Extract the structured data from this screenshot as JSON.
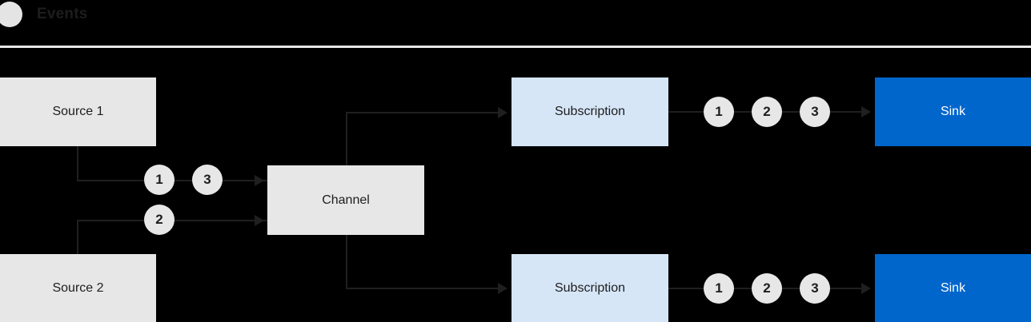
{
  "header": {
    "dot_icon": "circle-icon",
    "title": "Events",
    "title_color": "#1d1d1d",
    "dot_color": "#e4e4e4",
    "divider_color": "#e8e8e8"
  },
  "colors": {
    "background": "#000000",
    "node_gray": "#e7e7e7",
    "node_light_blue": "#d6e6f7",
    "node_blue": "#0066cc",
    "line": "#1f1f1f",
    "text_dark": "#1d1d1d",
    "text_light": "#ffffff"
  },
  "diagram": {
    "nodes": {
      "source1": "Source 1",
      "source2": "Source 2",
      "channel": "Channel",
      "subscription_top": "Subscription",
      "subscription_bottom": "Subscription",
      "sink_top": "Sink",
      "sink_bottom": "Sink"
    },
    "events": {
      "source1_lane": [
        "1",
        "3"
      ],
      "source2_lane": [
        "2"
      ],
      "subscription_top_lane": [
        "1",
        "2",
        "3"
      ],
      "subscription_bottom_lane": [
        "1",
        "2",
        "3"
      ]
    }
  }
}
